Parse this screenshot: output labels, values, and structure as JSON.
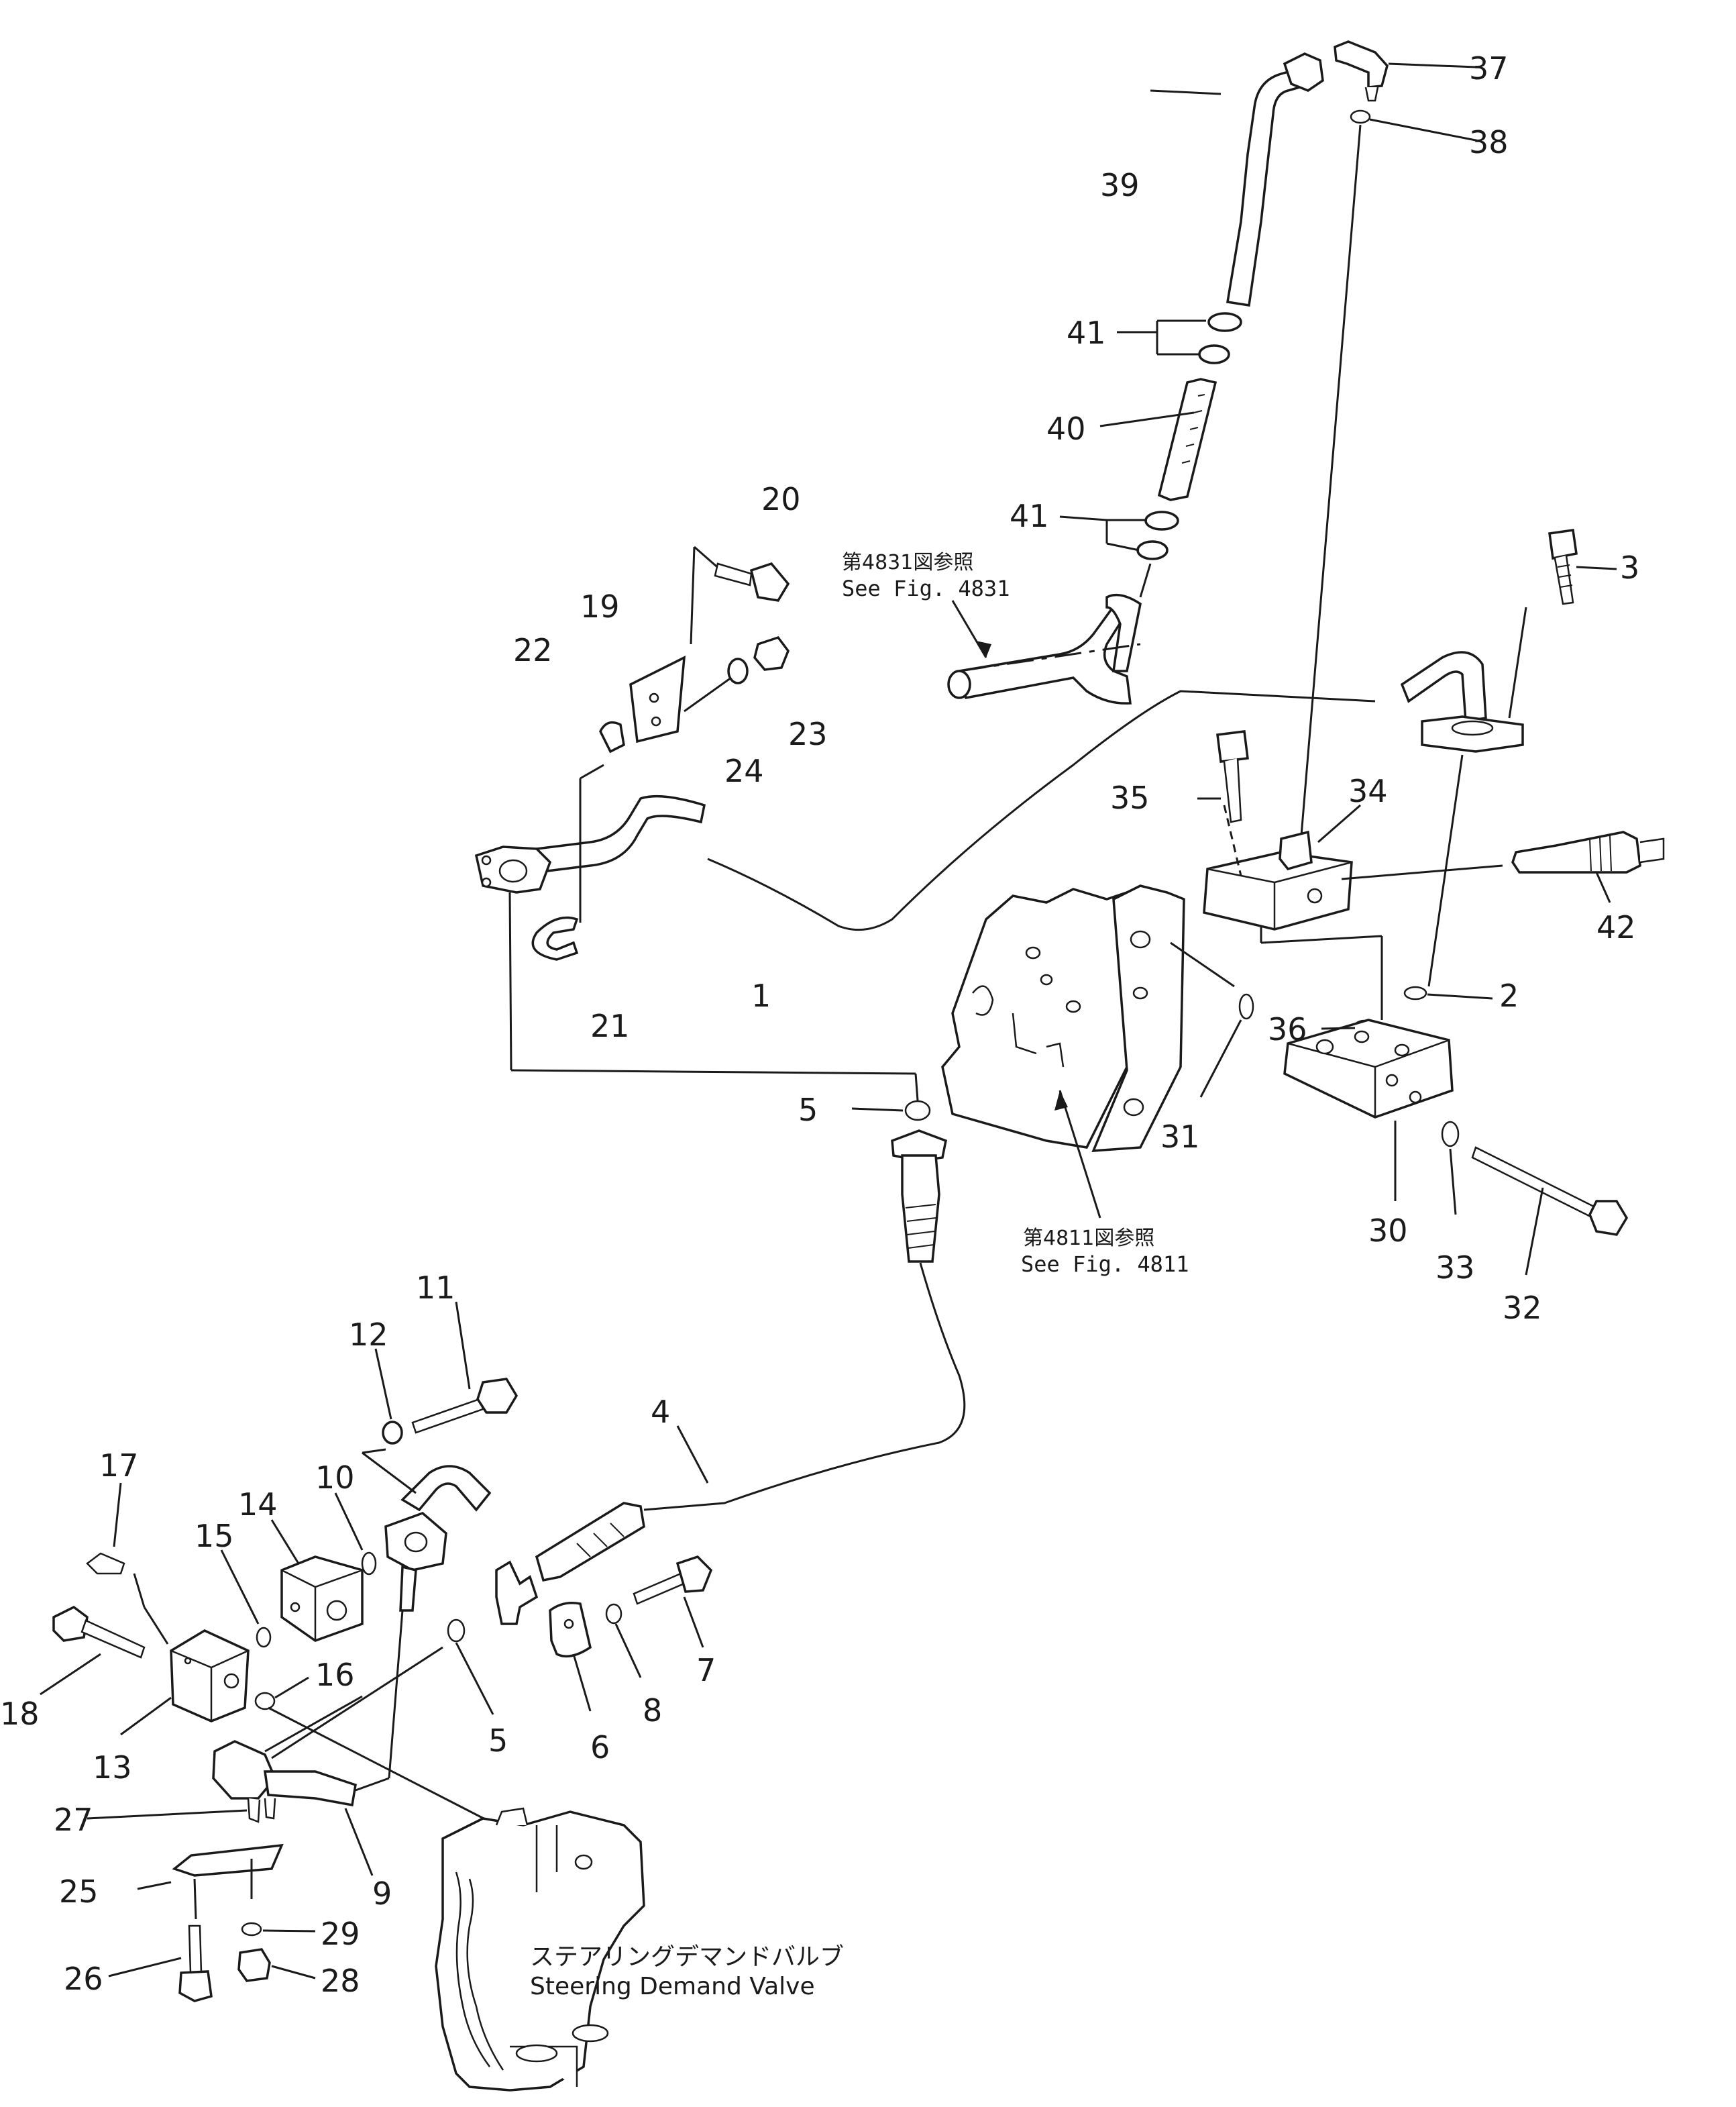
{
  "callouts": {
    "c1": "1",
    "c2": "2",
    "c3": "3",
    "c4": "4",
    "c5a": "5",
    "c5b": "5",
    "c6": "6",
    "c7": "7",
    "c8": "8",
    "c9": "9",
    "c10": "10",
    "c11": "11",
    "c12": "12",
    "c13": "13",
    "c14": "14",
    "c15": "15",
    "c16": "16",
    "c17": "17",
    "c18": "18",
    "c19": "19",
    "c20": "20",
    "c21": "21",
    "c22": "22",
    "c23": "23",
    "c24": "24",
    "c25": "25",
    "c26": "26",
    "c27": "27",
    "c28": "28",
    "c29": "29",
    "c30": "30",
    "c31": "31",
    "c32": "32",
    "c33": "33",
    "c34": "34",
    "c35": "35",
    "c36": "36",
    "c37": "37",
    "c38": "38",
    "c39": "39",
    "c40": "40",
    "c41a": "41",
    "c41b": "41",
    "c42": "42"
  },
  "references": {
    "fig4831_jp": "第4831図参照",
    "fig4831_en": "See Fig. 4831",
    "fig4811_jp": "第4811図参照",
    "fig4811_en": "See Fig. 4811"
  },
  "steering_valve": {
    "label_jp": "ステアリングデマンドバルブ",
    "label_en": "Steering Demand Valve"
  }
}
